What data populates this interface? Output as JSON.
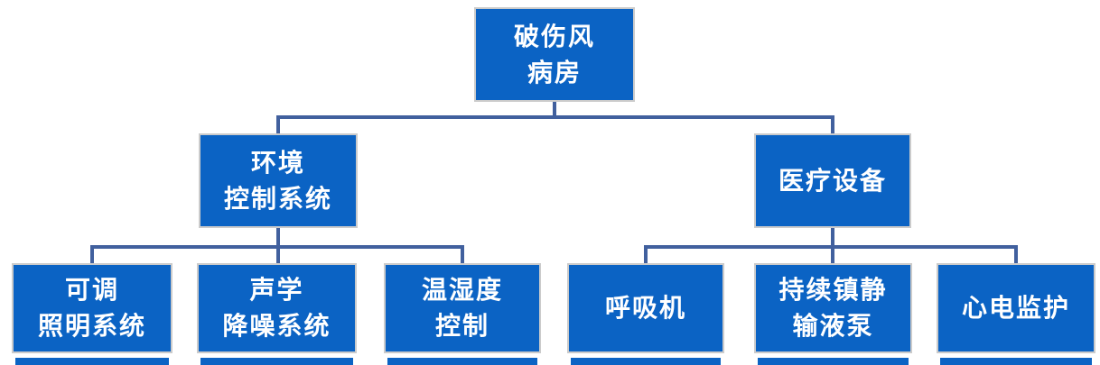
{
  "diagram": {
    "type": "org-hierarchy",
    "colors": {
      "box_fill": "#0b63c4",
      "box_border": "#cbcbcb",
      "connector": "#41609e",
      "text": "#ffffff",
      "background": "#ffffff"
    },
    "nodes": {
      "root": {
        "id": "root",
        "level": 1,
        "label": "破伤风病房",
        "lines": [
          "破伤风",
          "病房"
        ]
      },
      "env": {
        "id": "env",
        "level": 2,
        "parent": "root",
        "label": "环境控制系统",
        "lines": [
          "环境",
          "控制系统"
        ]
      },
      "med": {
        "id": "med",
        "level": 2,
        "parent": "root",
        "label": "医疗设备",
        "lines": [
          "医疗设备"
        ]
      },
      "light": {
        "id": "light",
        "level": 3,
        "parent": "env",
        "label": "可调照明系统",
        "lines": [
          "可调",
          "照明系统"
        ]
      },
      "acoustic": {
        "id": "acoustic",
        "level": 3,
        "parent": "env",
        "label": "声学降噪系统",
        "lines": [
          "声学",
          "降噪系统"
        ]
      },
      "temp": {
        "id": "temp",
        "level": 3,
        "parent": "env",
        "label": "温湿度控制",
        "lines": [
          "温湿度",
          "控制"
        ]
      },
      "vent": {
        "id": "vent",
        "level": 3,
        "parent": "med",
        "label": "呼吸机",
        "lines": [
          "呼吸机"
        ]
      },
      "pump": {
        "id": "pump",
        "level": 3,
        "parent": "med",
        "label": "持续镇静输液泵",
        "lines": [
          "持续镇静",
          "输液泵"
        ]
      },
      "ecg": {
        "id": "ecg",
        "level": 3,
        "parent": "med",
        "label": "心电监护",
        "lines": [
          "心电监护"
        ]
      }
    },
    "edges": [
      {
        "from": "root",
        "to": "env"
      },
      {
        "from": "root",
        "to": "med"
      },
      {
        "from": "env",
        "to": "light"
      },
      {
        "from": "env",
        "to": "acoustic"
      },
      {
        "from": "env",
        "to": "temp"
      },
      {
        "from": "med",
        "to": "vent"
      },
      {
        "from": "med",
        "to": "pump"
      },
      {
        "from": "med",
        "to": "ecg"
      }
    ]
  }
}
